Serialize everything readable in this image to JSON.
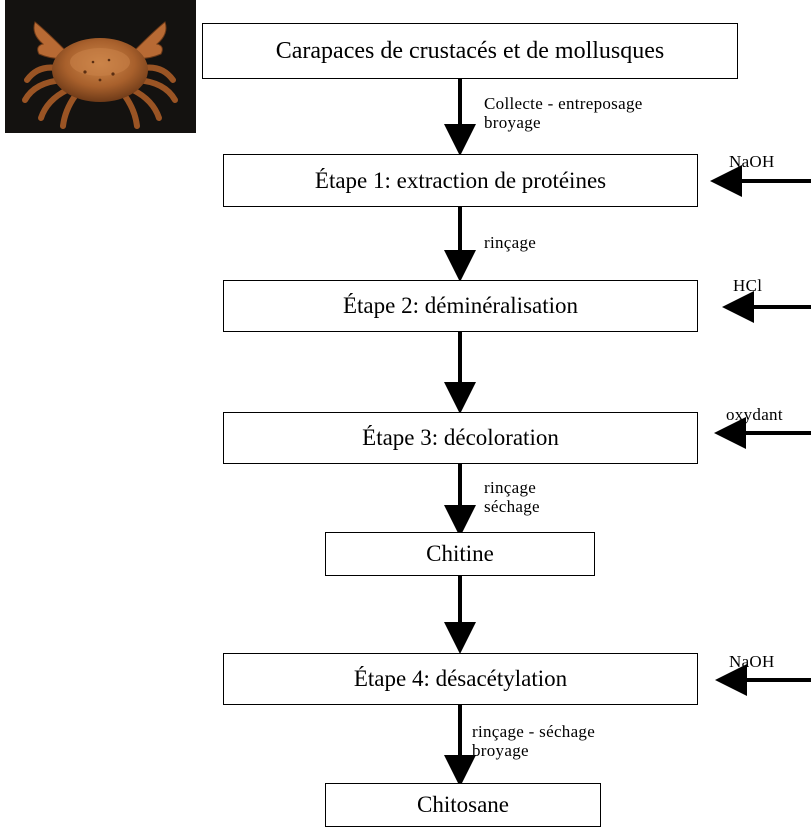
{
  "boxes": {
    "source": "Carapaces de crustacés et de mollusques",
    "step1": "Étape 1: extraction de protéines",
    "step2": "Étape 2: déminéralisation",
    "step3": "Étape 3: décoloration",
    "chitine": "Chitine",
    "step4": "Étape 4: désacétylation",
    "chitosane": "Chitosane"
  },
  "transitions": {
    "t1_line1": "Collecte - entreposage",
    "t1_line2": "broyage",
    "t2": "rinçage",
    "t3_line1": "rinçage",
    "t3_line2": "séchage",
    "t5_line1": "rinçage - séchage",
    "t5_line2": "broyage"
  },
  "reagents": {
    "step1": "NaOH",
    "step2": "HCl",
    "step3": "oxydant",
    "step4": "NaOH"
  },
  "image": {
    "subject": "crab photograph"
  }
}
